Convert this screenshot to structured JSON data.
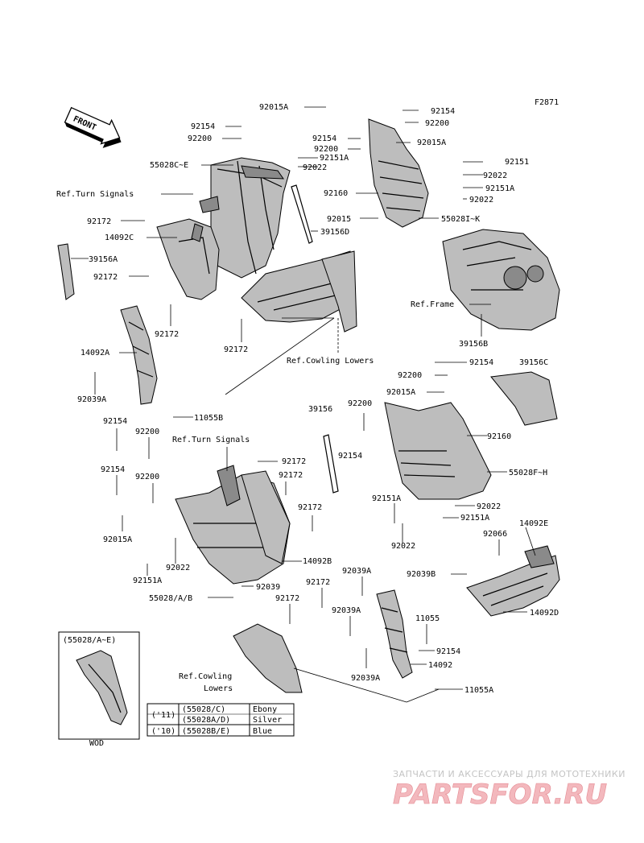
{
  "figure_code": "F2871",
  "front_arrow": "FRONT",
  "labels": [
    {
      "id": "l1",
      "text": "92015A"
    },
    {
      "id": "l2",
      "text": "92154"
    },
    {
      "id": "l3",
      "text": "92200"
    },
    {
      "id": "l4",
      "text": "92154"
    },
    {
      "id": "l5",
      "text": "92200"
    },
    {
      "id": "l6",
      "text": "92154"
    },
    {
      "id": "l7",
      "text": "92200"
    },
    {
      "id": "l8",
      "text": "92015A"
    },
    {
      "id": "l9",
      "text": "55028C~E"
    },
    {
      "id": "l10",
      "text": "92151A"
    },
    {
      "id": "l11",
      "text": "92022"
    },
    {
      "id": "l12",
      "text": "92151"
    },
    {
      "id": "l13",
      "text": "92022"
    },
    {
      "id": "l14",
      "text": "92151A"
    },
    {
      "id": "l15",
      "text": "92160"
    },
    {
      "id": "l16",
      "text": "92022"
    },
    {
      "id": "l17",
      "text": "Ref.Turn Signals"
    },
    {
      "id": "l18",
      "text": "92015"
    },
    {
      "id": "l19",
      "text": "55028I~K"
    },
    {
      "id": "l20",
      "text": "92172"
    },
    {
      "id": "l21",
      "text": "39156D"
    },
    {
      "id": "l22",
      "text": "14092C"
    },
    {
      "id": "l23",
      "text": "39156A"
    },
    {
      "id": "l24",
      "text": "92172"
    },
    {
      "id": "l25",
      "text": "Ref.Frame"
    },
    {
      "id": "l26",
      "text": "92172"
    },
    {
      "id": "l27",
      "text": "39156B"
    },
    {
      "id": "l28",
      "text": "92172"
    },
    {
      "id": "l29",
      "text": "14092A"
    },
    {
      "id": "l30",
      "text": "Ref.Cowling Lowers"
    },
    {
      "id": "l31",
      "text": "92154"
    },
    {
      "id": "l32",
      "text": "39156C"
    },
    {
      "id": "l33",
      "text": "92200"
    },
    {
      "id": "l34",
      "text": "92039A"
    },
    {
      "id": "l35",
      "text": "92015A"
    },
    {
      "id": "l36",
      "text": "11055B"
    },
    {
      "id": "l37",
      "text": "39156"
    },
    {
      "id": "l38",
      "text": "92200"
    },
    {
      "id": "l39",
      "text": "92154"
    },
    {
      "id": "l40",
      "text": "92200"
    },
    {
      "id": "l41",
      "text": "92160"
    },
    {
      "id": "l42",
      "text": "Ref.Turn Signals"
    },
    {
      "id": "l43",
      "text": "92154"
    },
    {
      "id": "l44",
      "text": "92172"
    },
    {
      "id": "l45",
      "text": "55028F~H"
    },
    {
      "id": "l46",
      "text": "92154"
    },
    {
      "id": "l47",
      "text": "92200"
    },
    {
      "id": "l48",
      "text": "92172"
    },
    {
      "id": "l49",
      "text": "92151A"
    },
    {
      "id": "l50",
      "text": "92172"
    },
    {
      "id": "l51",
      "text": "92022"
    },
    {
      "id": "l52",
      "text": "92151A"
    },
    {
      "id": "l53",
      "text": "92015A"
    },
    {
      "id": "l54",
      "text": "14092E"
    },
    {
      "id": "l55",
      "text": "92066"
    },
    {
      "id": "l56",
      "text": "92022"
    },
    {
      "id": "l57",
      "text": "14092B"
    },
    {
      "id": "l58",
      "text": "92022"
    },
    {
      "id": "l59",
      "text": "92151A"
    },
    {
      "id": "l60",
      "text": "92039A"
    },
    {
      "id": "l61",
      "text": "92039B"
    },
    {
      "id": "l62",
      "text": "92172"
    },
    {
      "id": "l63",
      "text": "92039"
    },
    {
      "id": "l64",
      "text": "55028/A/B"
    },
    {
      "id": "l65",
      "text": "92172"
    },
    {
      "id": "l66",
      "text": "14092D"
    },
    {
      "id": "l67",
      "text": "92039A"
    },
    {
      "id": "l68",
      "text": "11055"
    },
    {
      "id": "l69",
      "text": "92154"
    },
    {
      "id": "l70",
      "text": "14092"
    },
    {
      "id": "l71",
      "text": "92039A"
    },
    {
      "id": "l72",
      "text": "11055A"
    }
  ],
  "ref_cowling_lowers_2": [
    "Ref.Cowling",
    "Lowers"
  ],
  "inset": {
    "title": "(55028/A~E)",
    "caption": "WOD"
  },
  "color_table": [
    {
      "year": "('11)",
      "part": "(55028/C)",
      "color": "Ebony"
    },
    {
      "year": "",
      "part": "(55028A/D)",
      "color": "Silver"
    },
    {
      "year": "('10)",
      "part": "(55028B/E)",
      "color": "Blue"
    }
  ],
  "watermark": {
    "line1": "ЗАПЧАСТИ И АКСЕССУАРЫ ДЛЯ МОТОТЕХНИКИ",
    "line2": "PARTSFOR.RU"
  }
}
